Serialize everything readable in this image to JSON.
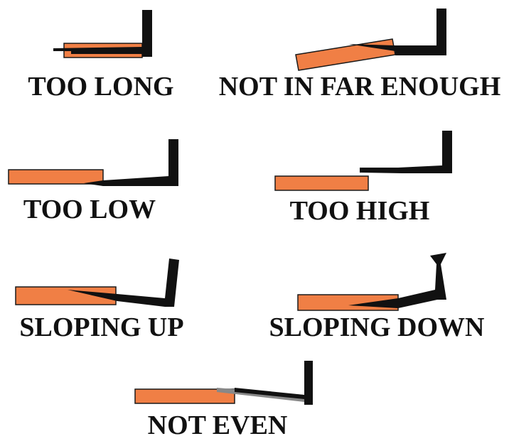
{
  "colors": {
    "blade": "#F07F45",
    "blade_outline": "#1a1a1a",
    "hook": "#111111",
    "gap": "#888888",
    "text": "#111111"
  },
  "labels": {
    "too_long": "TOO LONG",
    "not_in_far_enough": "NOT IN FAR ENOUGH",
    "too_low": "TOO LOW",
    "too_high": "TOO HIGH",
    "sloping_up": "SLOPING UP",
    "sloping_down": "SLOPING DOWN",
    "not_even": "NOT EVEN"
  }
}
